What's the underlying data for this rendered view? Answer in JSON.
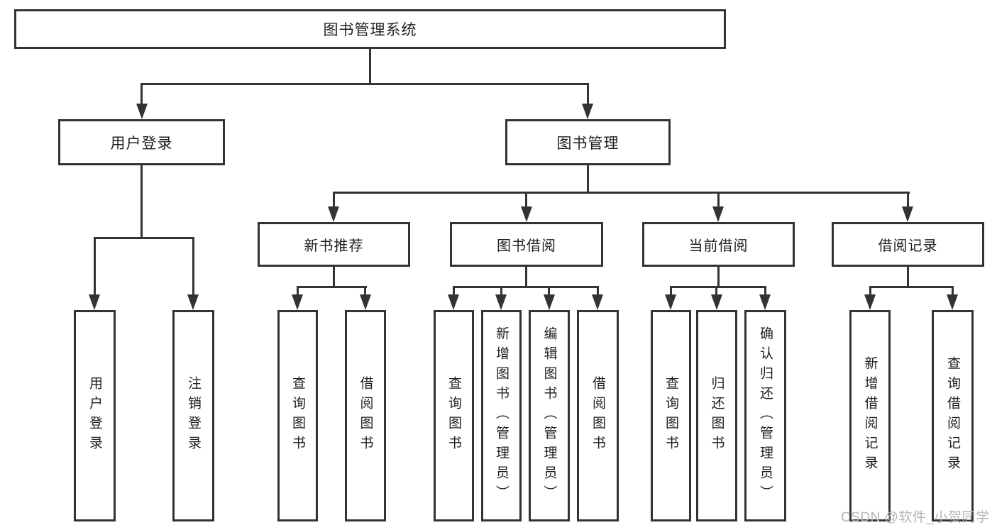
{
  "diagram": {
    "root": {
      "label": "图书管理系统",
      "children": [
        {
          "label": "用户登录",
          "children": [
            {
              "label": "用户登录"
            },
            {
              "label": "注销登录"
            }
          ]
        },
        {
          "label": "图书管理",
          "children": [
            {
              "label": "新书推荐",
              "children": [
                {
                  "label": "查询图书"
                },
                {
                  "label": "借阅图书"
                }
              ]
            },
            {
              "label": "图书借阅",
              "children": [
                {
                  "label": "查询图书"
                },
                {
                  "label": "新增图书（管理员）"
                },
                {
                  "label": "编辑图书（管理员）"
                },
                {
                  "label": "借阅图书"
                }
              ]
            },
            {
              "label": "当前借阅",
              "children": [
                {
                  "label": "查询图书"
                },
                {
                  "label": "归还图书"
                },
                {
                  "label": "确认归还（管理员）"
                }
              ]
            },
            {
              "label": "借阅记录",
              "children": [
                {
                  "label": "新增借阅记录"
                },
                {
                  "label": "查询借阅记录"
                }
              ]
            }
          ]
        }
      ]
    }
  },
  "watermark": {
    "text": "CSDN @软件_小贺同学"
  },
  "colors": {
    "line": "#333333",
    "text": "#1f1f1f",
    "background": "#ffffff",
    "watermark": "#b5b5b5"
  }
}
